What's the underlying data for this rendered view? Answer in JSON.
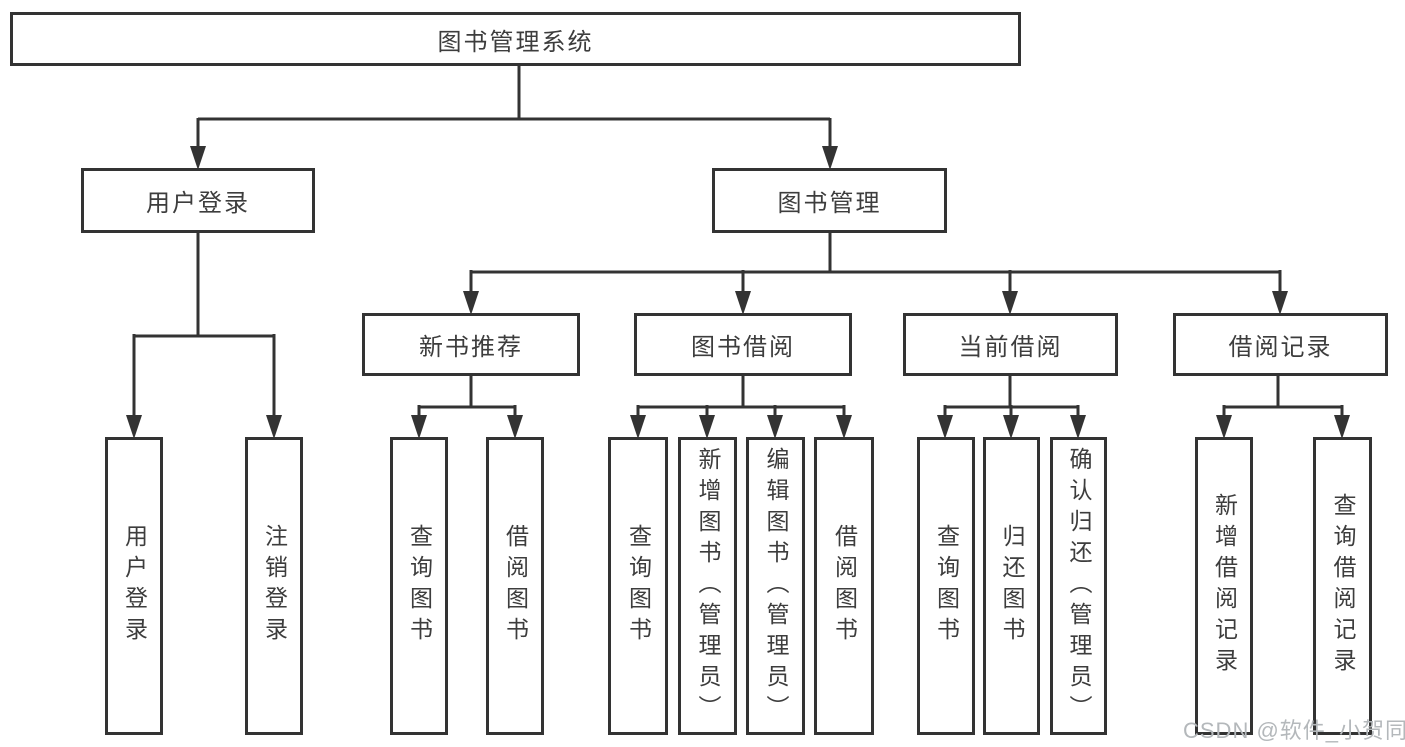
{
  "diagram": {
    "root": {
      "label": "图书管理系统"
    },
    "branches": [
      {
        "label": "用户登录",
        "children": [
          {
            "label": "用户登录"
          },
          {
            "label": "注销登录"
          }
        ]
      },
      {
        "label": "图书管理",
        "children": [
          {
            "label": "新书推荐",
            "children": [
              {
                "label": "查询图书"
              },
              {
                "label": "借阅图书"
              }
            ]
          },
          {
            "label": "图书借阅",
            "children": [
              {
                "label": "查询图书"
              },
              {
                "label": "新增图书（管理员）"
              },
              {
                "label": "编辑图书（管理员）"
              },
              {
                "label": "借阅图书"
              }
            ]
          },
          {
            "label": "当前借阅",
            "children": [
              {
                "label": "查询图书"
              },
              {
                "label": "归还图书"
              },
              {
                "label": "确认归还（管理员）"
              }
            ]
          },
          {
            "label": "借阅记录",
            "children": [
              {
                "label": "新增借阅记录"
              },
              {
                "label": "查询借阅记录"
              }
            ]
          }
        ]
      }
    ]
  },
  "watermark": {
    "text": "CSDN @软件_小贺同学"
  },
  "colors": {
    "line": "#333333",
    "box_border": "#333333",
    "box_fill": "#ffffff",
    "text": "#3d3d3d",
    "watermark": "#b4b8bb"
  }
}
